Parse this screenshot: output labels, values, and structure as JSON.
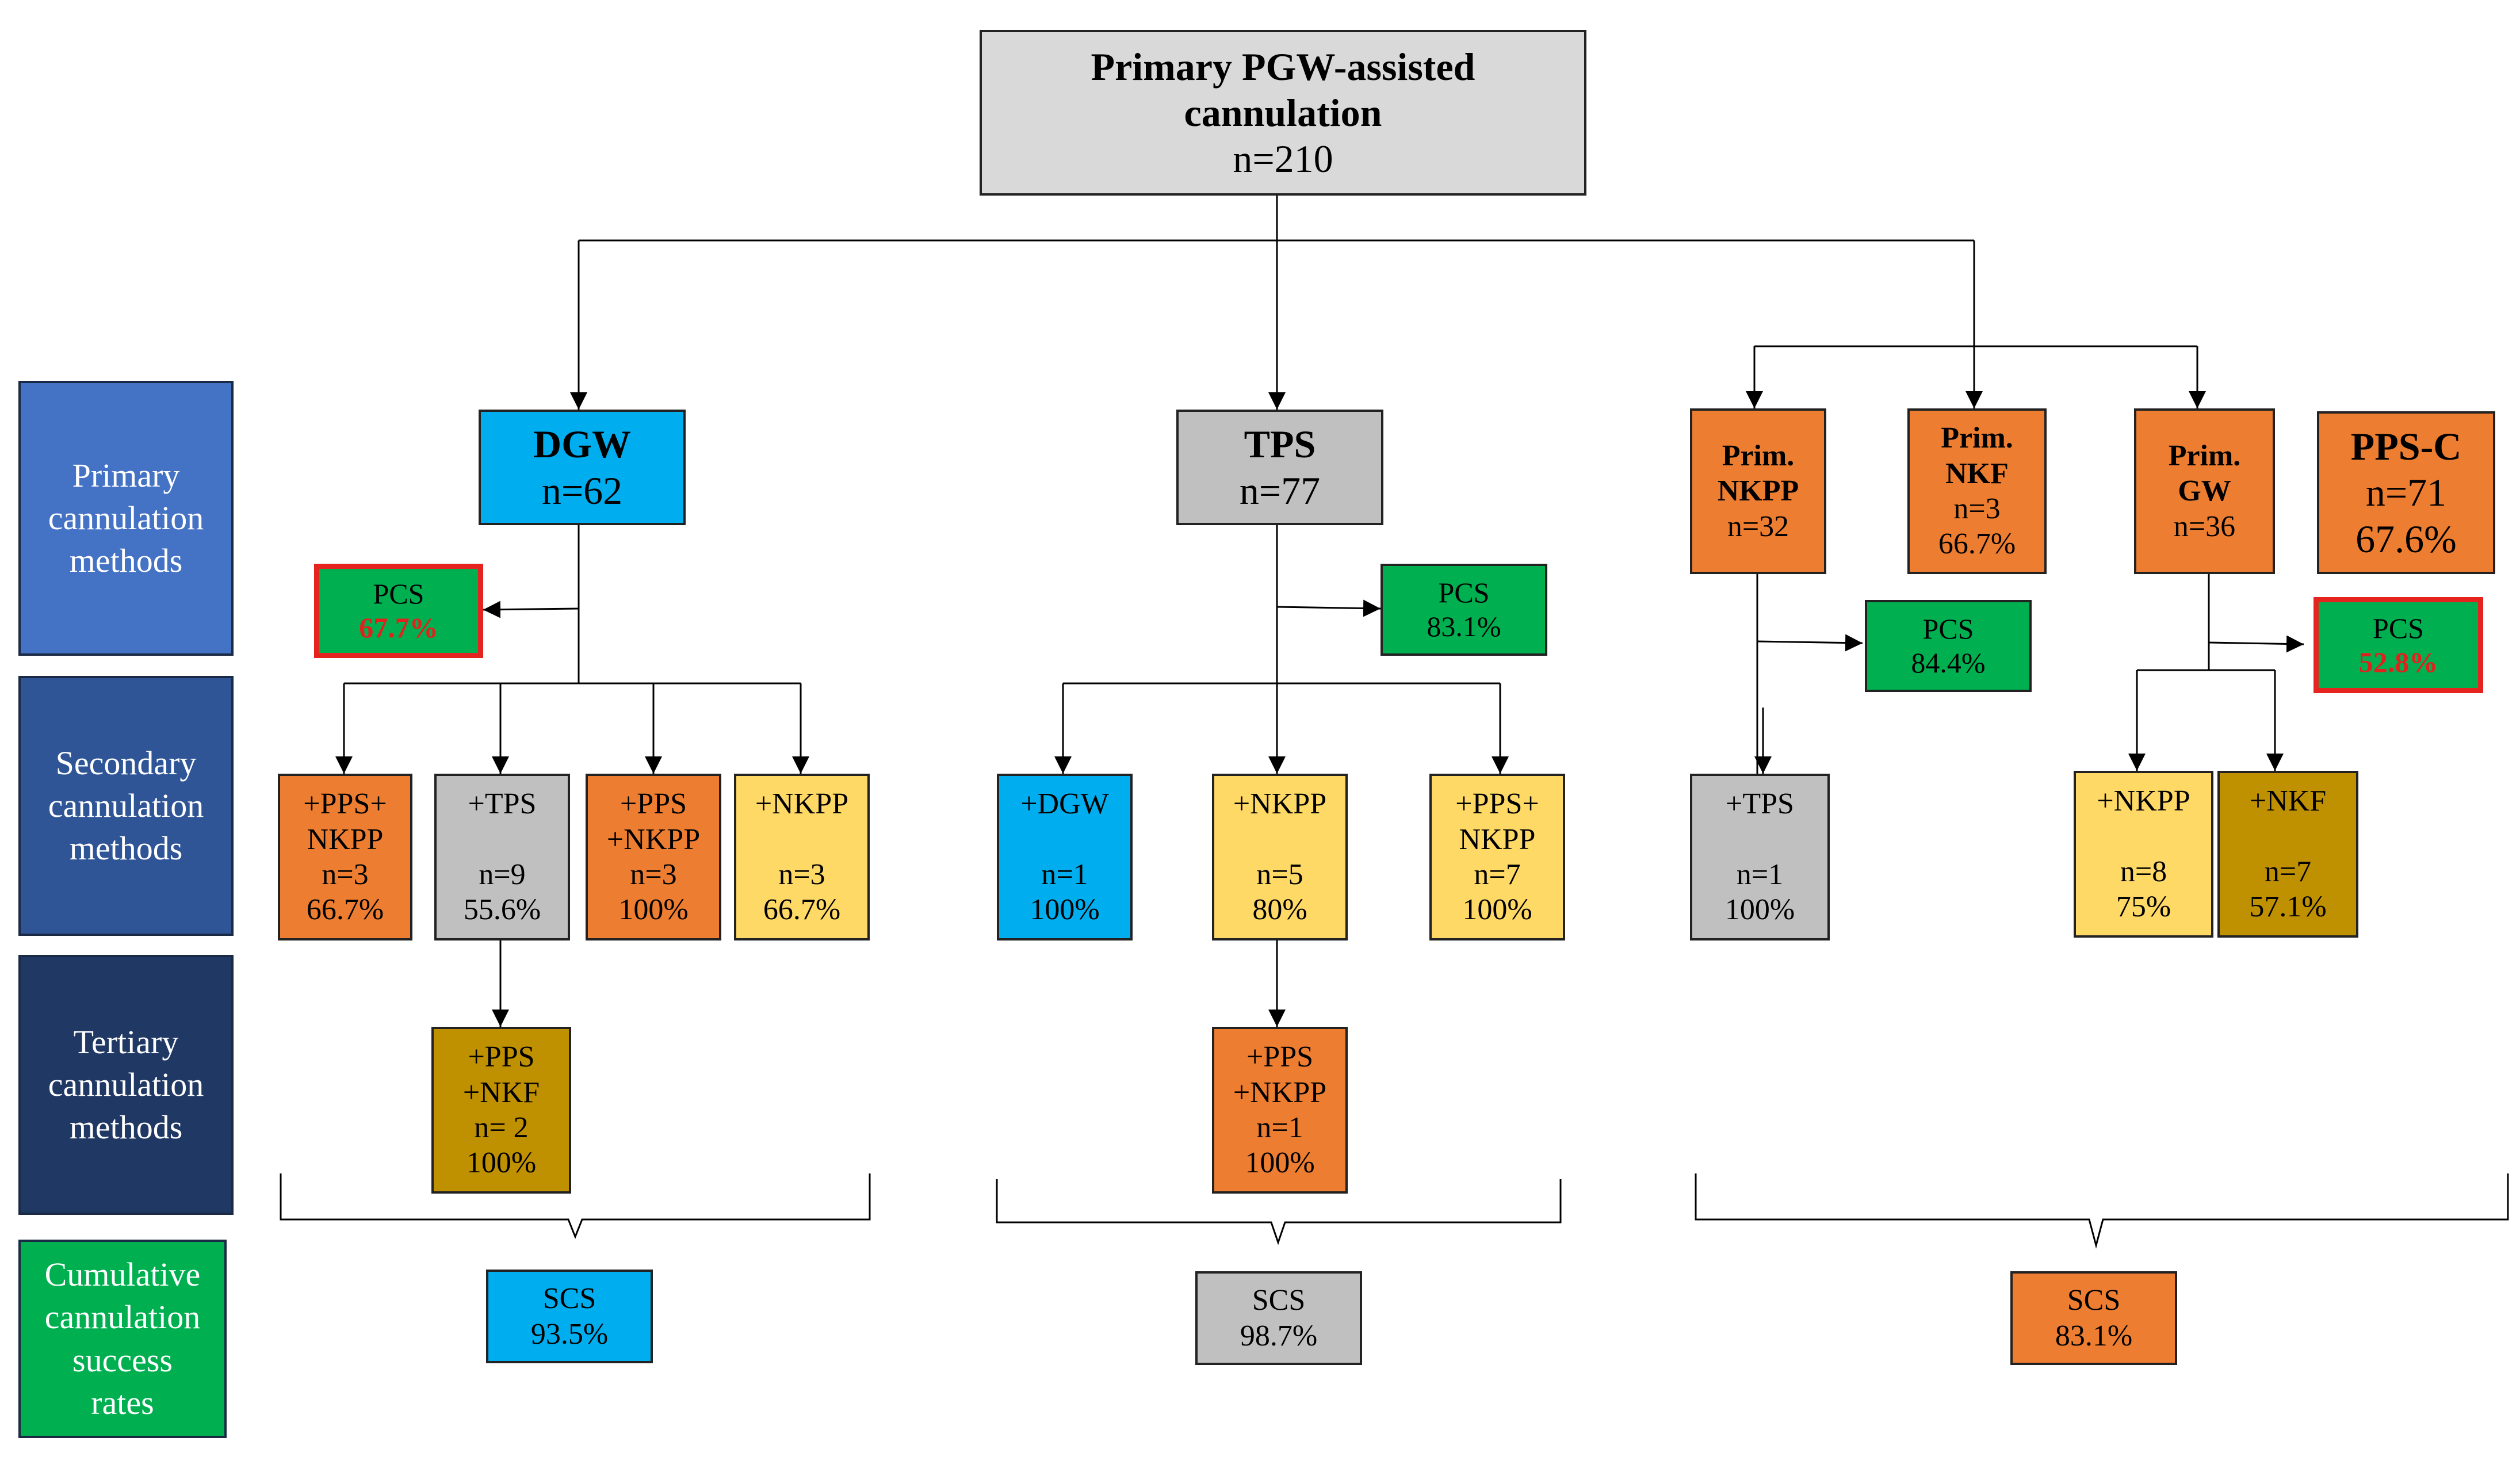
{
  "colors": {
    "dgw_blue": "#00aeef",
    "tps_grey": "#c0c0c0",
    "pps_orange": "#ed7d31",
    "nkpp_yellow": "#ffd966",
    "nkf_gold": "#bf9000",
    "pcs_green": "#00b050",
    "highlight_red": "#e52420"
  },
  "root": {
    "line1": "Primary PGW-assisted",
    "line2": "cannulation",
    "n": "n=210"
  },
  "side_labels": [
    {
      "lines": [
        "Primary",
        "cannulation",
        "methods"
      ]
    },
    {
      "lines": [
        "Secondary",
        "cannulation",
        "methods"
      ]
    },
    {
      "lines": [
        "Tertiary",
        "cannulation",
        "methods"
      ]
    },
    {
      "lines": [
        "Cumulative",
        "cannulation",
        "success",
        "rates"
      ]
    }
  ],
  "dgw": {
    "title": "DGW",
    "n": "n=62",
    "pcs": {
      "label": "PCS",
      "value": "67.7%"
    },
    "secondary": [
      {
        "line1": "+PPS+",
        "line2": "NKPP",
        "n": "n=3",
        "pct": "66.7%"
      },
      {
        "line1": "+TPS",
        "line2": "",
        "n": "n=9",
        "pct": "55.6%"
      },
      {
        "line1": "+PPS",
        "line2": "+NKPP",
        "n": "n=3",
        "pct": "100%"
      },
      {
        "line1": "+NKPP",
        "line2": "",
        "n": "n=3",
        "pct": "66.7%"
      }
    ],
    "tertiary": {
      "line1": "+PPS",
      "line2": "+NKF",
      "n": "n= 2",
      "pct": "100%"
    },
    "scs": {
      "label": "SCS",
      "value": "93.5%"
    }
  },
  "tps": {
    "title": "TPS",
    "n": "n=77",
    "pcs": {
      "label": "PCS",
      "value": "83.1%"
    },
    "secondary": [
      {
        "line1": "+DGW",
        "line2": "",
        "n": "n=1",
        "pct": "100%"
      },
      {
        "line1": "+NKPP",
        "line2": "",
        "n": "n=5",
        "pct": "80%"
      },
      {
        "line1": "+PPS+",
        "line2": "NKPP",
        "n": "n=7",
        "pct": "100%"
      }
    ],
    "tertiary": {
      "line1": "+PPS",
      "line2": "+NKPP",
      "n": "n=1",
      "pct": "100%"
    },
    "scs": {
      "label": "SCS",
      "value": "98.7%"
    }
  },
  "ppsc": {
    "title": "PPS-C",
    "n": "n=71",
    "pct": "67.6%",
    "nkpp": {
      "line1": "Prim.",
      "line2": "NKPP",
      "n": "n=32"
    },
    "nkf": {
      "line1": "Prim.",
      "line2": "NKF",
      "n": "n=3",
      "pct": "66.7%"
    },
    "gw": {
      "line1": "Prim.",
      "line2": "GW",
      "n": "n=36"
    },
    "pcs_nkpp": {
      "label": "PCS",
      "value": "84.4%"
    },
    "pcs_gw": {
      "label": "PCS",
      "value": "52.8%"
    },
    "nkpp_secondary": {
      "line1": "+TPS",
      "line2": "",
      "n": "n=1",
      "pct": "100%"
    },
    "gw_secondary": [
      {
        "line1": "+NKPP",
        "line2": "",
        "n": "n=8",
        "pct": "75%"
      },
      {
        "line1": "+NKF",
        "line2": "",
        "n": "n=7",
        "pct": "57.1%"
      }
    ],
    "scs": {
      "label": "SCS",
      "value": "83.1%"
    }
  }
}
